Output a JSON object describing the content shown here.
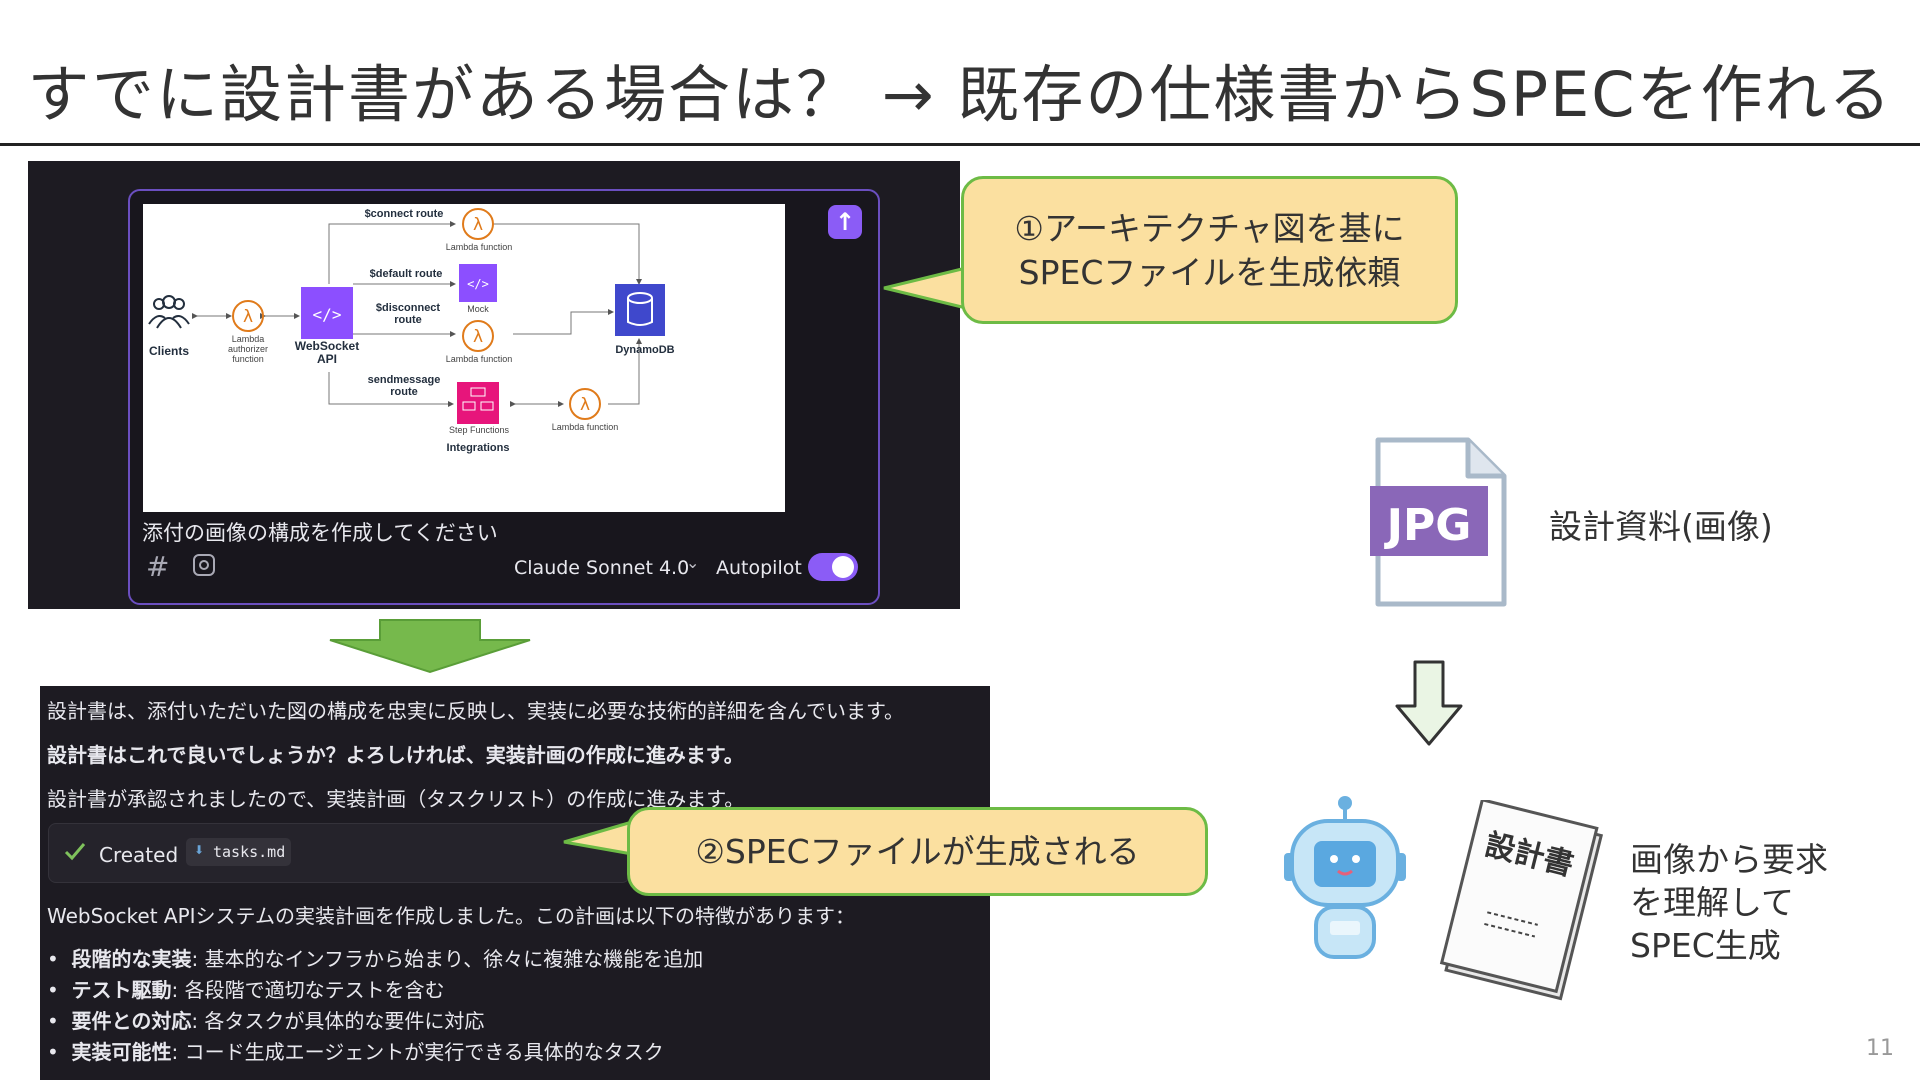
{
  "slide": {
    "title": "すでに設計書がある場合は？ → 既存の仕様書からSPECを作れる",
    "page_number": "11"
  },
  "prompt_panel": {
    "prompt_text": "添付の画像の構成を作成してください",
    "model": "Claude Sonnet 4.0",
    "autopilot_label": "Autopilot",
    "autopilot_enabled": true,
    "accent_color": "#8b5cf6"
  },
  "diagram": {
    "clients": "Clients",
    "authorizer": [
      "Lambda",
      "authorizer",
      "function"
    ],
    "websocket": [
      "WebSocket",
      "API"
    ],
    "connect_route": "$connect route",
    "default_route": "$default route",
    "disconnect_route": [
      "$disconnect",
      "route"
    ],
    "sendmessage_route": [
      "sendmessage",
      "route"
    ],
    "lambda_function": "Lambda function",
    "mock": "Mock",
    "step_functions": "Step Functions",
    "integrations": "Integrations",
    "dynamodb": "DynamoDB"
  },
  "callouts": {
    "first": [
      "①アーキテクチャ図を基に",
      "SPECファイルを生成依頼"
    ],
    "second": "②SPECファイルが生成される"
  },
  "chat_output": {
    "line1": "設計書は、添付いただいた図の構成を忠実に反映し、実装に必要な技術的詳細を含んでいます。",
    "line2": "設計書はこれで良いでしょうか？よろしければ、実装計画の作成に進みます。",
    "line3": "設計書が承認されましたので、実装計画（タスクリスト）の作成に進みます。",
    "created_label": "Created",
    "file_name": "tasks.md",
    "line4": "WebSocket APIシステムの実装計画を作成しました。この計画は以下の特徴があります：",
    "bullets": [
      {
        "bold": "段階的な実装",
        "text": ": 基本的なインフラから始まり、徐々に複雑な機能を追加"
      },
      {
        "bold": "テスト駆動",
        "text": ": 各段階で適切なテストを含む"
      },
      {
        "bold": "要件との対応",
        "text": ": 各タスクが具体的な要件に対応"
      },
      {
        "bold": "実装可能性",
        "text": ": コード生成エージェントが実行できる具体的なタスク"
      }
    ]
  },
  "right_panel": {
    "jpg_badge": "JPG",
    "jpg_caption": "設計資料(画像)",
    "doc_title": "設計書",
    "robot_caption": [
      "画像から要求",
      "を理解して",
      "SPEC生成"
    ]
  }
}
